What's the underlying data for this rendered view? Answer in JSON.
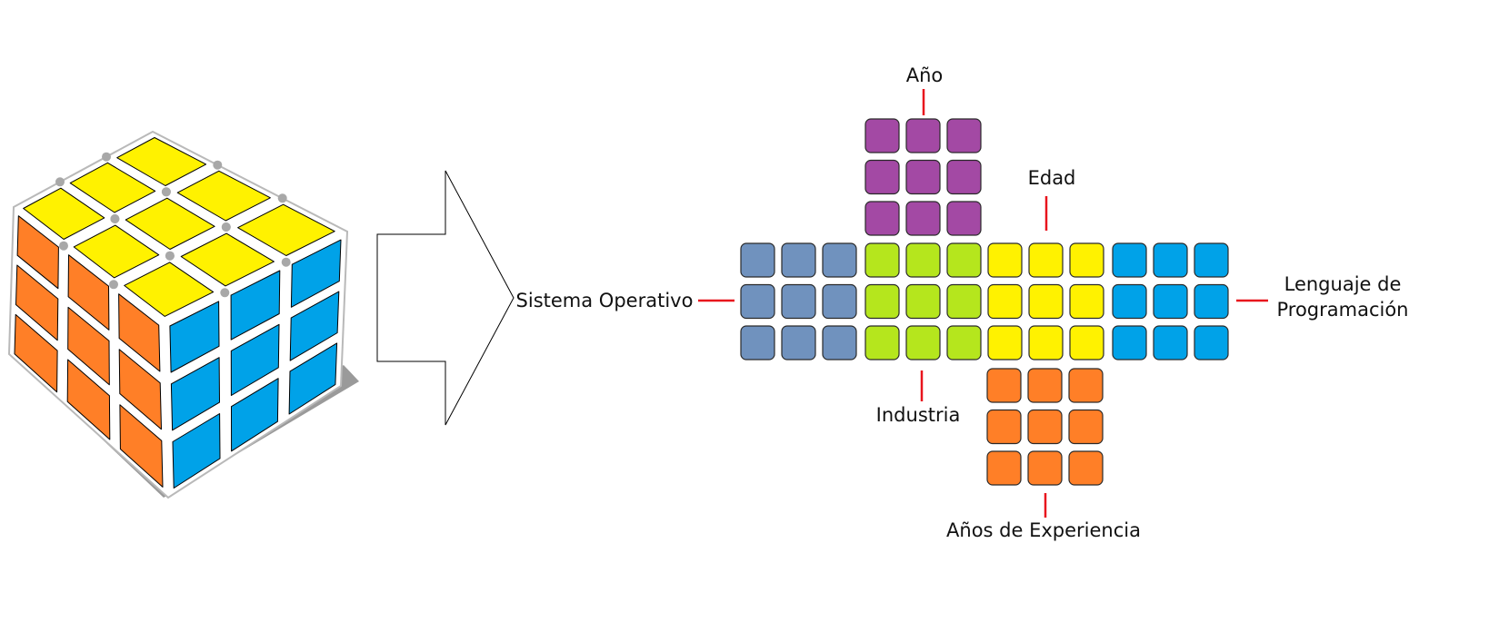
{
  "colors": {
    "yellow": "#fff200",
    "orange": "#ff7f27",
    "blue": "#00a2e8",
    "purple": "#a349a4",
    "green": "#b5e61d",
    "slate": "#7092be",
    "leader": "#e8141d",
    "shadow": "#9a9a9a"
  },
  "labels": {
    "top": "Año",
    "edad": "Edad",
    "left": "Sistema Operativo",
    "right_line1": "Lenguaje de",
    "right_line2": "Programación",
    "industria": "Industria",
    "bottom": "Años de Experiencia"
  },
  "net_faces": [
    {
      "face": "top",
      "color": "purple",
      "label_key": "top"
    },
    {
      "face": "left",
      "color": "slate",
      "label_key": "left"
    },
    {
      "face": "front",
      "color": "green",
      "label_key": "industria"
    },
    {
      "face": "right",
      "color": "yellow",
      "label_key": "edad"
    },
    {
      "face": "back",
      "color": "blue",
      "label_key": "right_line1"
    },
    {
      "face": "bottom",
      "color": "orange",
      "label_key": "bottom"
    }
  ],
  "cube_faces": {
    "top": "yellow",
    "left": "orange",
    "right": "blue"
  },
  "arrow": {
    "direction": "right"
  }
}
